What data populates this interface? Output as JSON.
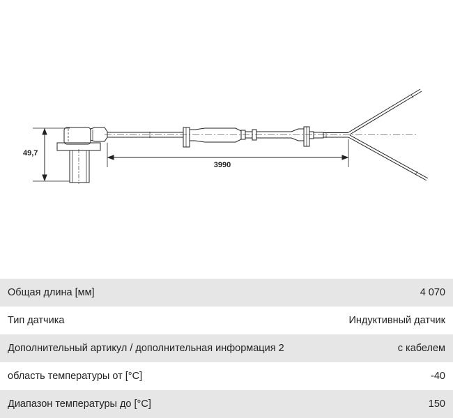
{
  "drawing": {
    "dimension_height": "49,7",
    "dimension_length": "3990"
  },
  "specs": [
    {
      "label": "Общая длина [мм]",
      "value": "4 070"
    },
    {
      "label": "Тип датчика",
      "value": "Индуктивный датчик"
    },
    {
      "label": "Дополнительный артикул / дополнительная информация 2",
      "value": "с кабелем"
    },
    {
      "label": "область температуры от [°C]",
      "value": "-40"
    },
    {
      "label": "Диапазон температуры до [°C]",
      "value": "150"
    }
  ]
}
